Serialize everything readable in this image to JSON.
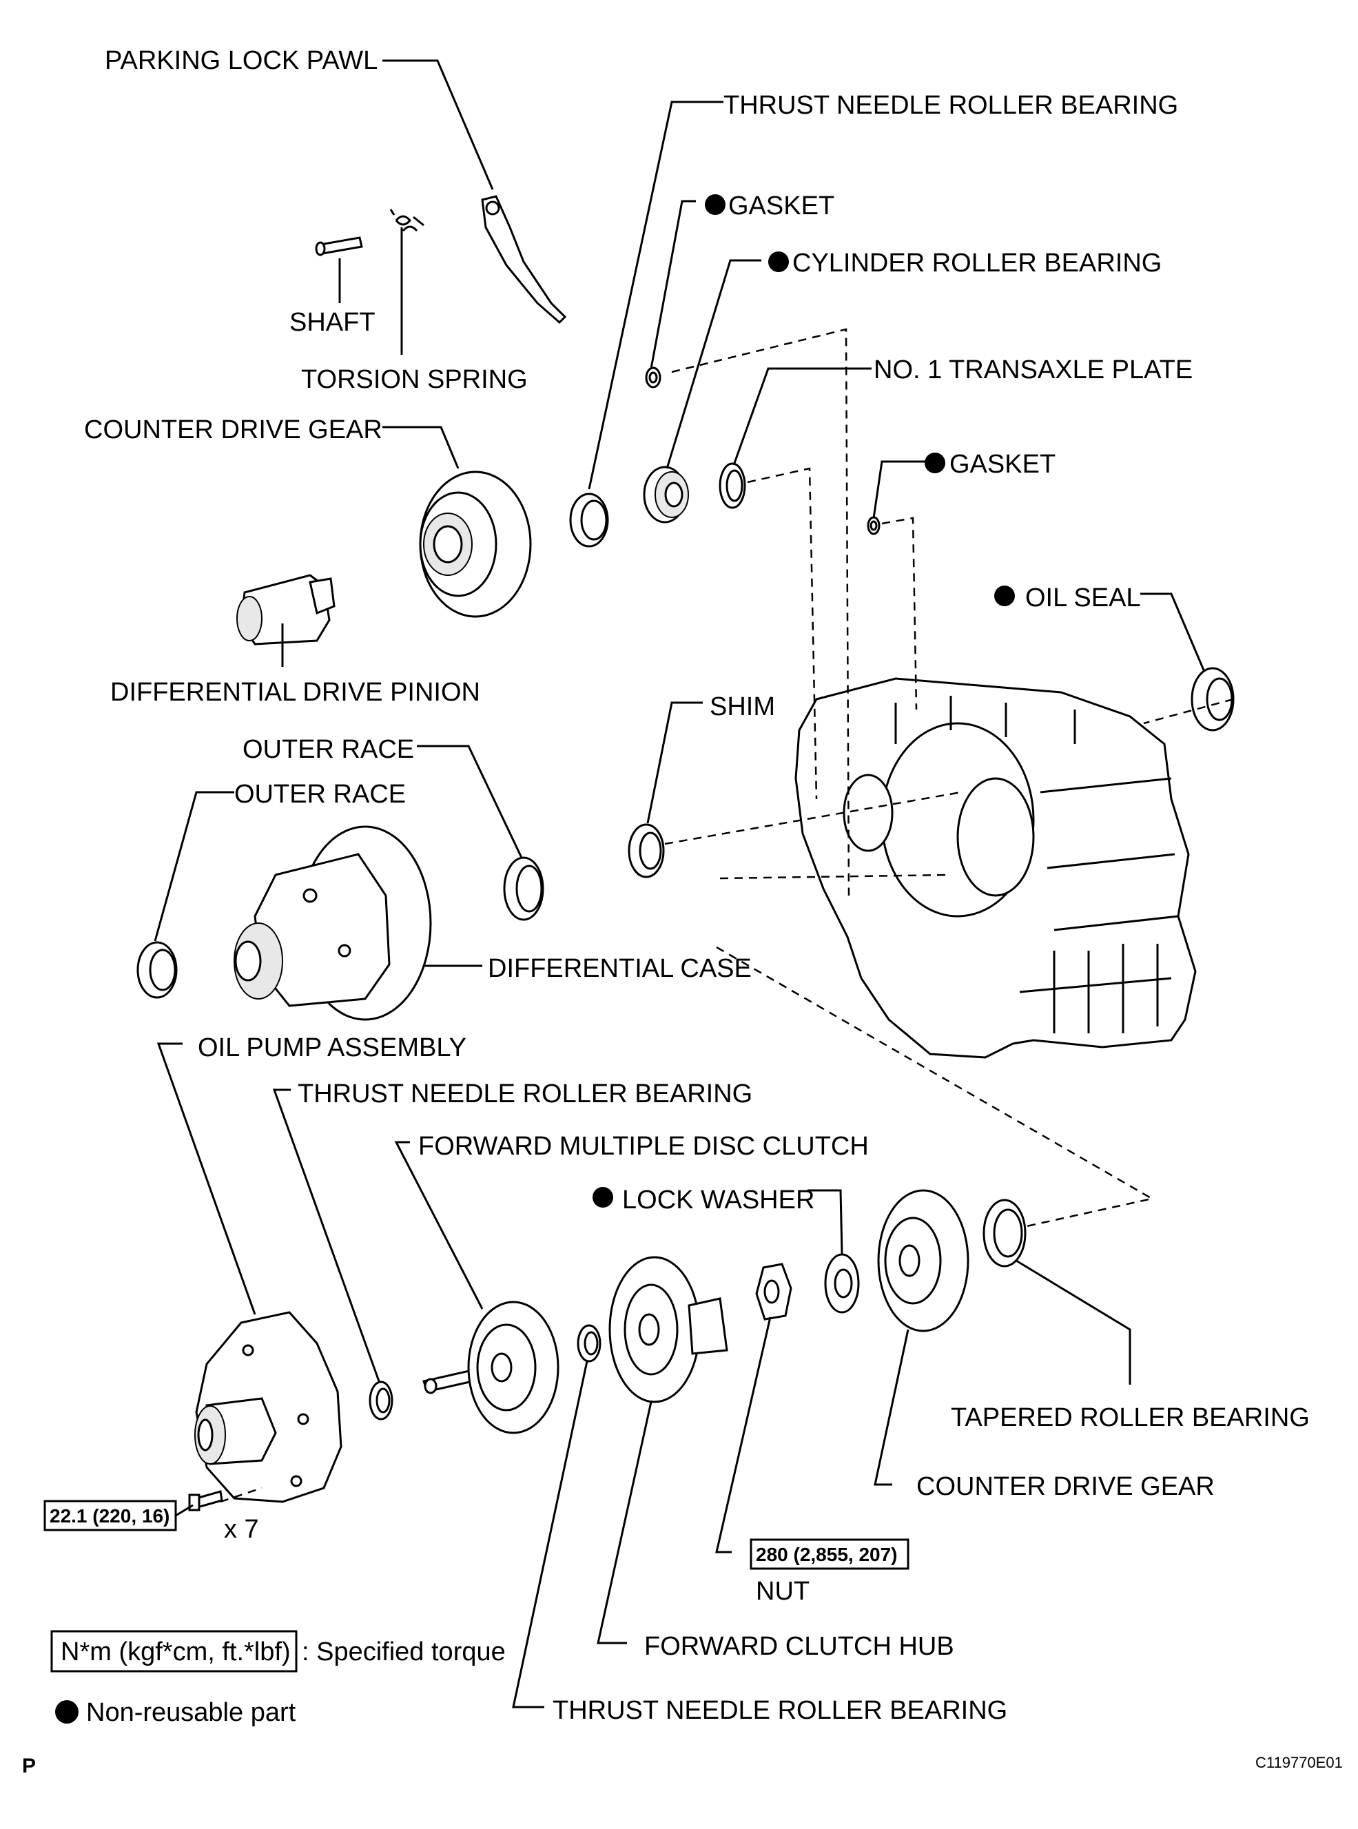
{
  "labels": {
    "parking_lock_pawl": "PARKING LOCK PAWL",
    "shaft": "SHAFT",
    "torsion_spring": "TORSION SPRING",
    "counter_drive_gear_top": "COUNTER DRIVE GEAR",
    "differential_drive_pinion": "DIFFERENTIAL DRIVE PINION",
    "outer_race_1": "OUTER RACE",
    "outer_race_2": "OUTER RACE",
    "differential_case": "DIFFERENTIAL CASE",
    "oil_pump_assembly": "OIL PUMP ASSEMBLY",
    "thrust_needle_roller_bearing_1": "THRUST NEEDLE ROLLER BEARING",
    "forward_multiple_disc_clutch": "FORWARD MULTIPLE DISC CLUTCH",
    "lock_washer": "LOCK WASHER",
    "tapered_roller_bearing": "TAPERED ROLLER BEARING",
    "counter_drive_gear_bottom": "COUNTER DRIVE GEAR",
    "nut": "NUT",
    "forward_clutch_hub": "FORWARD CLUTCH HUB",
    "thrust_needle_roller_bearing_bottom": "THRUST NEEDLE ROLLER BEARING",
    "thrust_needle_roller_bearing_top": "THRUST NEEDLE ROLLER BEARING",
    "gasket_1": "GASKET",
    "cylinder_roller_bearing": "CYLINDER ROLLER BEARING",
    "no1_transaxle_plate": "NO. 1 TRANSAXLE PLATE",
    "gasket_2": "GASKET",
    "oil_seal": "OIL SEAL",
    "shim": "SHIM"
  },
  "torque": {
    "oil_pump_bolt": "22.1 (220, 16)",
    "oil_pump_qty": "x 7",
    "nut": "280 (2,855, 207)"
  },
  "legend": {
    "torque_unit": "N*m (kgf*cm, ft.*lbf)",
    "torque_desc": ": Specified torque",
    "non_reusable": "Non-reusable part"
  },
  "corner": {
    "page_mark": "P",
    "figure_code": "C119770E01"
  }
}
